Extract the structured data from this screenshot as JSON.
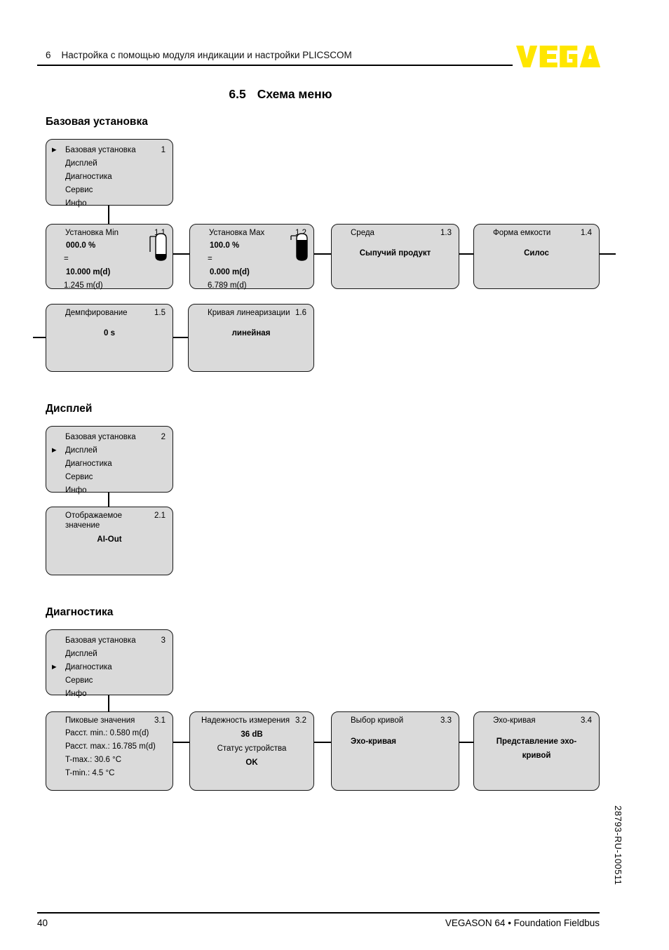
{
  "ui": {
    "arrow": "▶"
  },
  "header": {
    "chapter": "6",
    "title": "Настройка с помощью модуля индикации и настройки PLICSCOM",
    "logo": "VEGA",
    "logo_color": "#FFE600"
  },
  "title": {
    "number": "6.5",
    "text": "Схема меню"
  },
  "sections": {
    "basic": {
      "heading": "Базовая установка",
      "menu": {
        "number": "1",
        "items": [
          "Базовая установка",
          "Дисплей",
          "Диагностика",
          "Сервис",
          "Инфо"
        ]
      },
      "setup_min": {
        "title": "Установка Min",
        "number": "1.1",
        "percent": "000.0 %",
        "equals": "=",
        "value": "10.000 m(d)",
        "distance": "1.245 m(d)",
        "icon": "vessel-level-min-icon"
      },
      "setup_max": {
        "title": "Установка Max",
        "number": "1.2",
        "percent": "100.0 %",
        "equals": "=",
        "value": "0.000 m(d)",
        "distance": "6.789 m(d)",
        "icon": "vessel-level-max-icon"
      },
      "medium": {
        "title": "Среда",
        "number": "1.3",
        "value": "Сыпучий продукт"
      },
      "vessel_form": {
        "title": "Форма емкости",
        "number": "1.4",
        "value": "Силос"
      },
      "damping": {
        "title": "Демпфирование",
        "number": "1.5",
        "value": "0 s"
      },
      "linearization": {
        "title": "Кривая линеаризации",
        "number": "1.6",
        "value": "линейная"
      }
    },
    "display": {
      "heading": "Дисплей",
      "menu": {
        "number": "2",
        "items": [
          "Базовая установка",
          "Дисплей",
          "Диагностика",
          "Сервис",
          "Инфо"
        ]
      },
      "displayed_value": {
        "title": "Отображаемое значение",
        "number": "2.1",
        "value": "AI-Out"
      }
    },
    "diagnostics": {
      "heading": "Диагностика",
      "menu": {
        "number": "3",
        "items": [
          "Базовая установка",
          "Дисплей",
          "Диагностика",
          "Сервис",
          "Инфо"
        ]
      },
      "peak_values": {
        "title": "Пиковые значения",
        "number": "3.1",
        "lines": [
          "Расст. min.: 0.580 m(d)",
          "Расст. max.: 16.785 m(d)",
          "T-max.: 30.6 °C",
          "T-min.: 4.5 °C"
        ]
      },
      "reliability": {
        "title": "Надежность измерения",
        "number": "3.2",
        "lines": [
          "36 dB",
          "Статус устройства",
          "OK"
        ]
      },
      "curve_selection": {
        "title": "Выбор кривой",
        "number": "3.3",
        "value": "Эхо-кривая"
      },
      "echo_curve": {
        "title": "Эхо-кривая",
        "number": "3.4",
        "value_lines": [
          "Представление эхо-",
          "кривой"
        ]
      }
    }
  },
  "footer": {
    "page_number": "40",
    "product": "VEGASON 64 • Foundation Fieldbus"
  },
  "doc_number": "28793-RU-100511"
}
